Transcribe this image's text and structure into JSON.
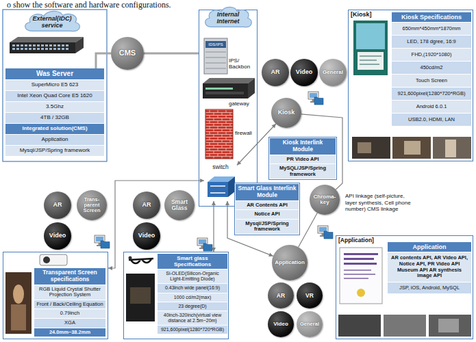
{
  "diagram": {
    "nodes": [
      {
        "text": [
          "External(IDC) service"
        ]
      },
      {
        "text": [
          "Was Server",
          "SuperMicro E5 623",
          "Intel Xeon Quad Core E5 1620",
          "3.5Ghz",
          "4TB / 32GB",
          "Integrated solution(CMS)",
          "Application",
          "Mysql/JSP/Spring framework"
        ]
      },
      {
        "text": [
          "CMS"
        ]
      },
      {
        "text": [
          "IPS/ Backbon",
          "gateway",
          "firewall"
        ]
      },
      {
        "text": [
          "Internal Internet"
        ],
        "in": 3
      },
      {
        "text": [
          "switch"
        ],
        "in": 3
      },
      {
        "text": [
          "AR"
        ]
      },
      {
        "text": [
          "Video"
        ]
      },
      {
        "text": [
          "General"
        ]
      },
      {
        "text": [
          "[Kiosk]"
        ]
      },
      {
        "text": [
          "Kiosk Specifications",
          "650mm*450mm*1870mm",
          "LED, 178 dgree, 16:9",
          "FHD,(1920*1080)",
          "450cd/m2",
          "Touch Screen",
          "921,600pixel(1280*720*RGB)",
          "Android 6.0.1",
          "USB2.0, HDMI, LAN"
        ],
        "in": 9
      },
      {
        "text": [
          "Kiosk"
        ]
      },
      {
        "text": [
          "Kiosk Interlink Module",
          "PR Video API",
          "MySQL/JSP/Spring framework"
        ]
      },
      {
        "text": [
          "AR"
        ]
      },
      {
        "text": [
          "Trans- parent Screen"
        ]
      },
      {
        "text": [
          "AR"
        ]
      },
      {
        "text": [
          "Smart Glass"
        ]
      },
      {
        "text": [
          "Smart Glass Interlink Module",
          "AR Contents API",
          "Notice API",
          "Mysql/JSP/Spring framework"
        ]
      },
      {
        "text": [
          "Chroma- key"
        ]
      },
      {
        "text": [
          "Video"
        ]
      },
      {
        "text": [
          "Video"
        ]
      },
      {
        "text": [
          "Transparent Screen specifications",
          "RGB Liquid Crystal Shutter Projection System",
          "Front / Back/Ceiling Equation",
          "0.79inch",
          "XGA",
          "24.0mm~38.2mm"
        ]
      },
      {
        "text": [
          "Smart glass Specifications",
          "Si-OLED(Silicon-Organic Light-Emitting Diode)",
          "0.43inch wide panel(16:9)",
          "1000 cd/m2(max)",
          "23 degree(D)",
          "40inch-320inch(virtual view distance at 2.5m~20m)",
          "921,600pixel(1280*720*RGB)"
        ]
      },
      {
        "text": [
          "Application"
        ]
      },
      {
        "text": [
          "AR"
        ]
      },
      {
        "text": [
          "VR"
        ]
      },
      {
        "text": [
          "Video"
        ]
      },
      {
        "text": [
          "General"
        ]
      },
      {
        "text": [
          "[Application]"
        ]
      },
      {
        "text": [
          "Application",
          "AR contents API, AR Video API, Notice API, PR Video API Museum API AR synthesis image API",
          "JSP, iOS, Android, MySQL"
        ],
        "in": 28
      }
    ],
    "edges": [
      {
        "from": 1,
        "to": 2,
        "arrow": "none"
      },
      {
        "from": 2,
        "to": 3,
        "arrow": "none"
      },
      {
        "from": 5,
        "to": 11,
        "arrow": "both"
      },
      {
        "from": 5,
        "to": 21,
        "arrow": "both"
      },
      {
        "from": 5,
        "to": 22,
        "arrow": "both"
      },
      {
        "from": 5,
        "to": 23,
        "arrow": "both"
      },
      {
        "from": 11,
        "to": 18,
        "arrow": "none"
      },
      {
        "from": 18,
        "to": 23,
        "arrow": "none"
      }
    ],
    "labels": [
      "o show the software and hardware configurations.",
      "IDS/IPS",
      "API linkage (self-picture, layer synthesis, Cell phone number) CMS linkage"
    ]
  }
}
